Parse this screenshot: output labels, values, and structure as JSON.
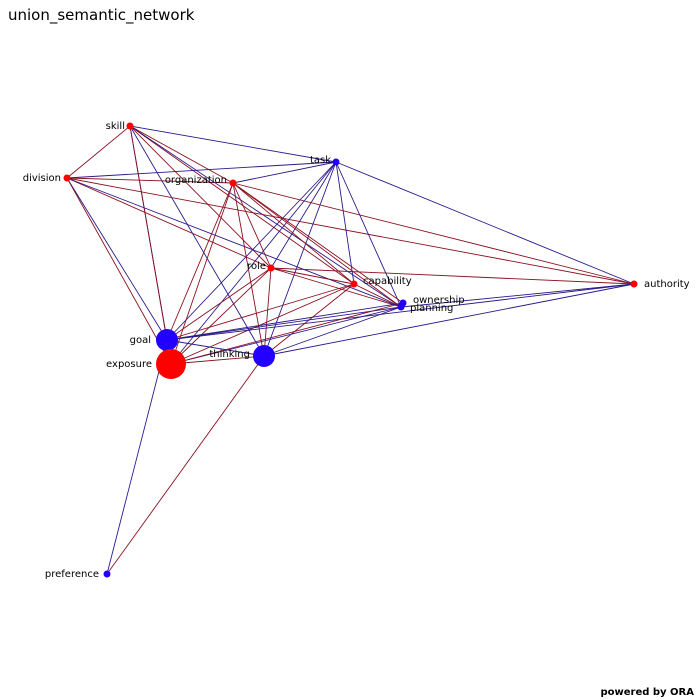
{
  "title": "union_semantic_network",
  "footer": "powered by ORA",
  "colors": {
    "red_node": "#ff0000",
    "blue_node": "#2200ff",
    "red_edge": "#8b1020",
    "blue_edge": "#2a1a8a"
  },
  "nodes": [
    {
      "id": "skill",
      "label": "skill",
      "color": "red",
      "size": "small"
    },
    {
      "id": "division",
      "label": "division",
      "color": "red",
      "size": "small"
    },
    {
      "id": "task",
      "label": "task",
      "color": "blue",
      "size": "small"
    },
    {
      "id": "organization",
      "label": "organization",
      "color": "red",
      "size": "small"
    },
    {
      "id": "role",
      "label": "role",
      "color": "red",
      "size": "small"
    },
    {
      "id": "capability",
      "label": "capability",
      "color": "red",
      "size": "small"
    },
    {
      "id": "ownership",
      "label": "ownership",
      "color": "blue",
      "size": "small"
    },
    {
      "id": "planning",
      "label": "planning",
      "color": "blue",
      "size": "small"
    },
    {
      "id": "authority",
      "label": "authority",
      "color": "red",
      "size": "small"
    },
    {
      "id": "goal",
      "label": "goal",
      "color": "blue",
      "size": "large"
    },
    {
      "id": "exposure",
      "label": "exposure",
      "color": "red",
      "size": "xlarge"
    },
    {
      "id": "thinking",
      "label": "thinking",
      "color": "blue",
      "size": "large"
    },
    {
      "id": "preference",
      "label": "preference",
      "color": "blue",
      "size": "small"
    }
  ],
  "edges": [
    [
      "skill",
      "task",
      "blue"
    ],
    [
      "skill",
      "organization",
      "red"
    ],
    [
      "skill",
      "role",
      "red"
    ],
    [
      "skill",
      "capability",
      "red"
    ],
    [
      "skill",
      "planning",
      "blue"
    ],
    [
      "skill",
      "goal",
      "blue"
    ],
    [
      "skill",
      "exposure",
      "red"
    ],
    [
      "skill",
      "thinking",
      "blue"
    ],
    [
      "division",
      "skill",
      "red"
    ],
    [
      "division",
      "task",
      "blue"
    ],
    [
      "division",
      "organization",
      "red"
    ],
    [
      "division",
      "role",
      "red"
    ],
    [
      "division",
      "planning",
      "blue"
    ],
    [
      "division",
      "authority",
      "red"
    ],
    [
      "division",
      "goal",
      "blue"
    ],
    [
      "division",
      "exposure",
      "red"
    ],
    [
      "task",
      "organization",
      "blue"
    ],
    [
      "task",
      "role",
      "blue"
    ],
    [
      "task",
      "capability",
      "blue"
    ],
    [
      "task",
      "planning",
      "blue"
    ],
    [
      "task",
      "authority",
      "blue"
    ],
    [
      "task",
      "goal",
      "blue"
    ],
    [
      "task",
      "exposure",
      "blue"
    ],
    [
      "task",
      "thinking",
      "blue"
    ],
    [
      "organization",
      "role",
      "red"
    ],
    [
      "organization",
      "capability",
      "red"
    ],
    [
      "organization",
      "ownership",
      "red"
    ],
    [
      "organization",
      "planning",
      "red"
    ],
    [
      "organization",
      "authority",
      "red"
    ],
    [
      "organization",
      "goal",
      "red"
    ],
    [
      "organization",
      "exposure",
      "red"
    ],
    [
      "organization",
      "thinking",
      "red"
    ],
    [
      "role",
      "capability",
      "red"
    ],
    [
      "role",
      "authority",
      "red"
    ],
    [
      "role",
      "planning",
      "red"
    ],
    [
      "role",
      "goal",
      "red"
    ],
    [
      "role",
      "exposure",
      "red"
    ],
    [
      "role",
      "thinking",
      "red"
    ],
    [
      "capability",
      "planning",
      "red"
    ],
    [
      "capability",
      "exposure",
      "red"
    ],
    [
      "capability",
      "thinking",
      "red"
    ],
    [
      "capability",
      "goal",
      "red"
    ],
    [
      "planning",
      "authority",
      "blue"
    ],
    [
      "planning",
      "goal",
      "blue"
    ],
    [
      "planning",
      "exposure",
      "blue"
    ],
    [
      "planning",
      "thinking",
      "blue"
    ],
    [
      "authority",
      "goal",
      "blue"
    ],
    [
      "authority",
      "thinking",
      "blue"
    ],
    [
      "goal",
      "thinking",
      "blue"
    ],
    [
      "goal",
      "preference",
      "blue"
    ],
    [
      "exposure",
      "thinking",
      "red"
    ],
    [
      "thinking",
      "preference",
      "red"
    ],
    [
      "ownership",
      "exposure",
      "red"
    ],
    [
      "ownership",
      "goal",
      "blue"
    ]
  ]
}
